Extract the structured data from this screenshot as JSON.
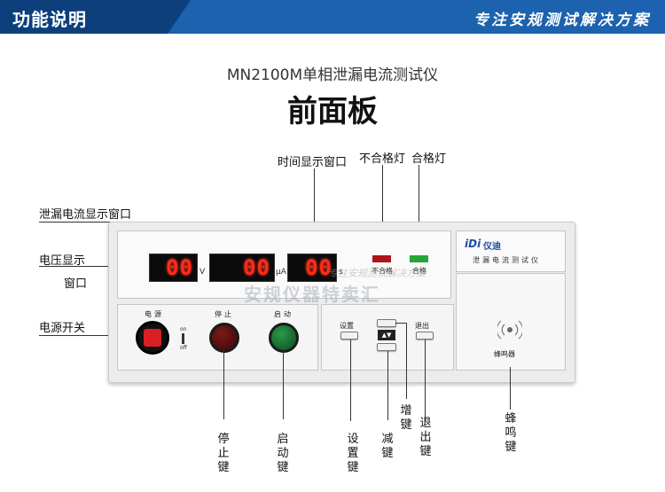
{
  "header": {
    "title": "功能说明",
    "slogan": "专注安规测试解决方案",
    "bg_color": "#1c62ae"
  },
  "product_name": "MN2100M单相泄漏电流测试仪",
  "panel_title": "前面板",
  "callouts": {
    "time_window": "时间显示窗口",
    "fail_lamp": "不合格灯",
    "pass_lamp": "合格灯",
    "leak_window": "泄漏电流显示窗口",
    "voltage_line1": "电压显示",
    "voltage_line2": "窗口",
    "power_switch": "电源开关",
    "stop_key": "停止键",
    "start_key": "启动键",
    "set_key": "设置键",
    "dec_key": "减键",
    "inc_key": "增键",
    "exit_key": "退出键",
    "buzzer": "蜂鸣键"
  },
  "device": {
    "display_voltage": "00",
    "display_voltage_unit": "V",
    "display_current": "00",
    "display_current_unit": "μA",
    "display_time": "00",
    "display_time_unit": "s",
    "fail_label": "不合格",
    "pass_label": "合格",
    "brand_logo": "iDi",
    "brand_name": "仪迪",
    "model_name": "泄漏电流测试仪",
    "power_label": "电源",
    "on_label": "on",
    "off_label": "off",
    "stop_label": "停止",
    "start_label": "启动",
    "set_label": "设置",
    "exit_label": "退出",
    "buzzer_label": "蜂鸣器",
    "fail_color": "#b0141b",
    "pass_color": "#27a53a"
  },
  "watermark": {
    "main": "安规仪器特卖汇",
    "sub": "专注安规测试解决方案"
  }
}
